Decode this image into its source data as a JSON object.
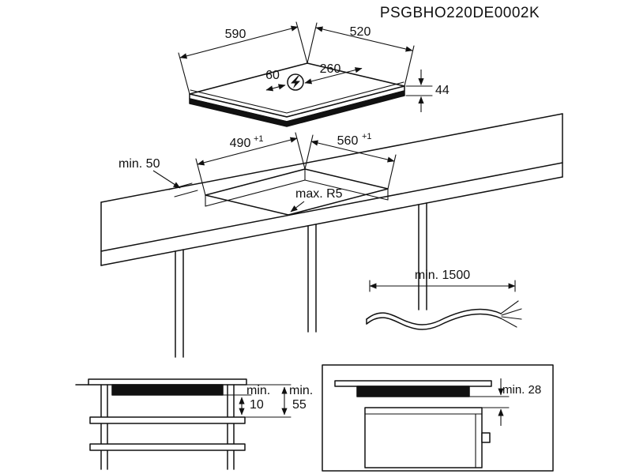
{
  "title": "PSGBHO220DE0002K",
  "hob": {
    "width_mm": "590",
    "depth_mm": "520",
    "height_mm": "44",
    "connection_offset_left": "60",
    "connection_offset_right": "260"
  },
  "cutout": {
    "depth": "490",
    "depth_tolerance": "+1",
    "width": "560",
    "width_tolerance": "+1",
    "edge_clearance": "min. 50",
    "corner_radius": "max. R5"
  },
  "cable": {
    "length": "min. 1500"
  },
  "clearances": {
    "hob_to_drawer_label": "min.",
    "hob_to_drawer_value": "10",
    "worktop_to_drawer_label": "min.",
    "worktop_to_drawer_value": "55",
    "hob_to_oven": "min. 28"
  },
  "colors": {
    "line": "#111111",
    "background": "#ffffff"
  }
}
